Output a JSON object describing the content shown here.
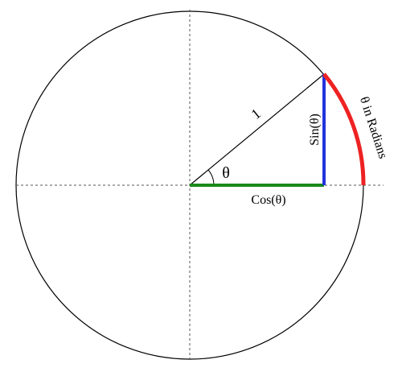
{
  "labels": {
    "radius": "1",
    "angle": "θ",
    "sine": "Sin(θ)",
    "cosine": "Cos(θ)",
    "arc": "θ in Radians"
  },
  "colors": {
    "circle": "#000000",
    "axes": "#555555",
    "radius": "#000000",
    "cosine": "#1a8a1a",
    "sine": "#2233dd",
    "arc": "#ee2222"
  },
  "geometry": {
    "angle_degrees": 40
  }
}
